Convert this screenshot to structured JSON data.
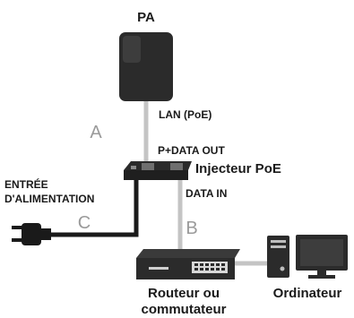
{
  "labels": {
    "ap_title": "PA",
    "lan_poe": "LAN (PoE)",
    "p_data_out": "P+DATA OUT",
    "injector": "Injecteur PoE",
    "data_in": "DATA IN",
    "power_input_line1": "ENTRÉE",
    "power_input_line2": "D'ALIMENTATION",
    "cable_a": "A",
    "cable_b": "B",
    "cable_c": "C",
    "router_line1": "Routeur ou",
    "router_line2": "commutateur",
    "computer": "Ordinateur"
  },
  "icons": {
    "access_point": "access-point-icon",
    "injector": "poe-injector-icon",
    "plug": "power-plug-icon",
    "router": "router-switch-icon",
    "tower": "computer-tower-icon",
    "monitor": "monitor-icon"
  },
  "colors": {
    "device": "#2b2b2b",
    "cable_light": "#c4c4c4",
    "cable_dark": "#1a1a1a",
    "letter": "#9a9a9a"
  }
}
